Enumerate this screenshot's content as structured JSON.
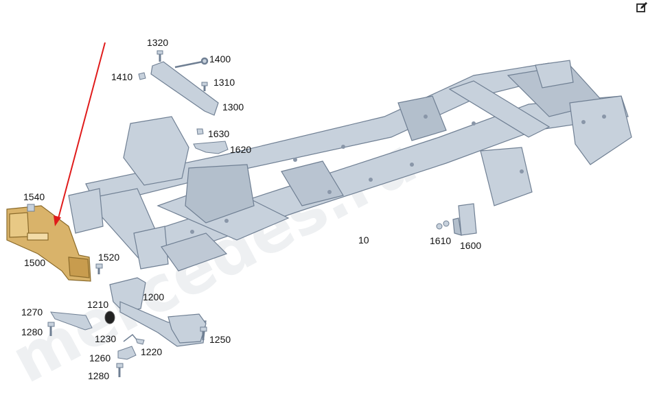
{
  "diagram": {
    "watermark": "mercedes.ru",
    "callouts": {
      "c1320": "1320",
      "c1400": "1400",
      "c1410": "1410",
      "c1310": "1310",
      "c1300": "1300",
      "c1630": "1630",
      "c1620": "1620",
      "c1540": "1540",
      "c1500": "1500",
      "c1520": "1520",
      "c10": "10",
      "c1610": "1610",
      "c1600": "1600",
      "c1200": "1200",
      "c1210": "1210",
      "c1270": "1270",
      "c1280a": "1280",
      "c1230": "1230",
      "c1250": "1250",
      "c1220": "1220",
      "c1260": "1260",
      "c1280b": "1280"
    },
    "colors": {
      "frame": "#c7d1dc",
      "frame_stroke": "#6f7f93",
      "highlight": "#d9b36a",
      "highlight_stroke": "#8a6a2a",
      "arrow": "#e01b1b"
    },
    "icons": {
      "edit": "edit-icon"
    }
  }
}
